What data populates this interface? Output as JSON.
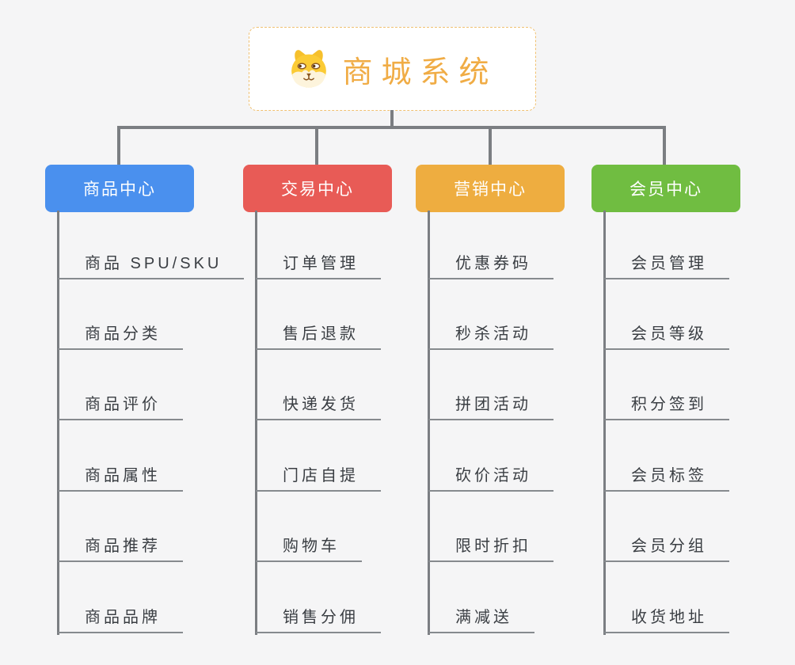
{
  "page": {
    "background": "#f5f5f6",
    "connector_color": "#7b7e82"
  },
  "root": {
    "title": "商城系统",
    "icon": "dog-face-icon",
    "text_color": "#f0ac45",
    "border_color": "#f0c172"
  },
  "branches": [
    {
      "id": "product-center",
      "label": "商品中心",
      "color": "#4a90ee",
      "items": [
        "商品 SPU/SKU",
        "商品分类",
        "商品评价",
        "商品属性",
        "商品推荐",
        "商品品牌"
      ]
    },
    {
      "id": "trade-center",
      "label": "交易中心",
      "color": "#e85b56",
      "items": [
        "订单管理",
        "售后退款",
        "快递发货",
        "门店自提",
        "购物车",
        "销售分佣"
      ]
    },
    {
      "id": "marketing-center",
      "label": "营销中心",
      "color": "#eead40",
      "items": [
        "优惠券码",
        "秒杀活动",
        "拼团活动",
        "砍价活动",
        "限时折扣",
        "满减送"
      ]
    },
    {
      "id": "member-center",
      "label": "会员中心",
      "color": "#70bd41",
      "items": [
        "会员管理",
        "会员等级",
        "积分签到",
        "会员标签",
        "会员分组",
        "收货地址"
      ]
    }
  ]
}
